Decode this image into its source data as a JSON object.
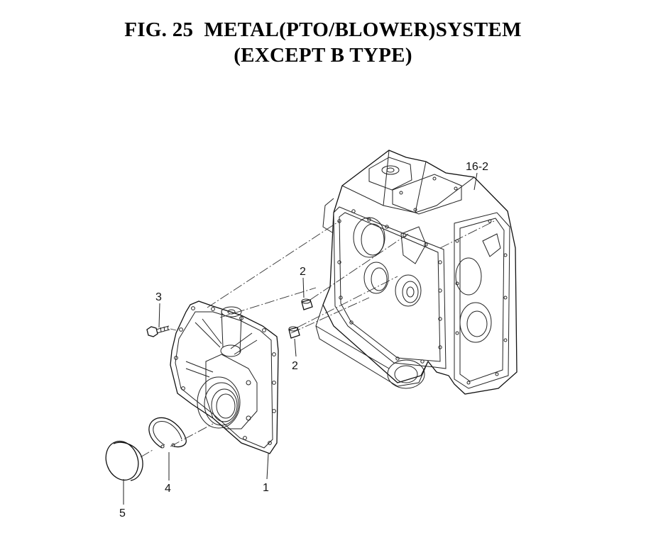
{
  "figure": {
    "title_line1": "FIG. 25  METAL(PTO/BLOWER)SYSTEM",
    "title_line2": "(EXCEPT B TYPE)"
  },
  "callouts": {
    "housing": "16-2",
    "pin_upper": "2",
    "pin_lower": "2",
    "bolt": "3",
    "cover": "1",
    "snap_ring": "4",
    "cap": "5"
  }
}
